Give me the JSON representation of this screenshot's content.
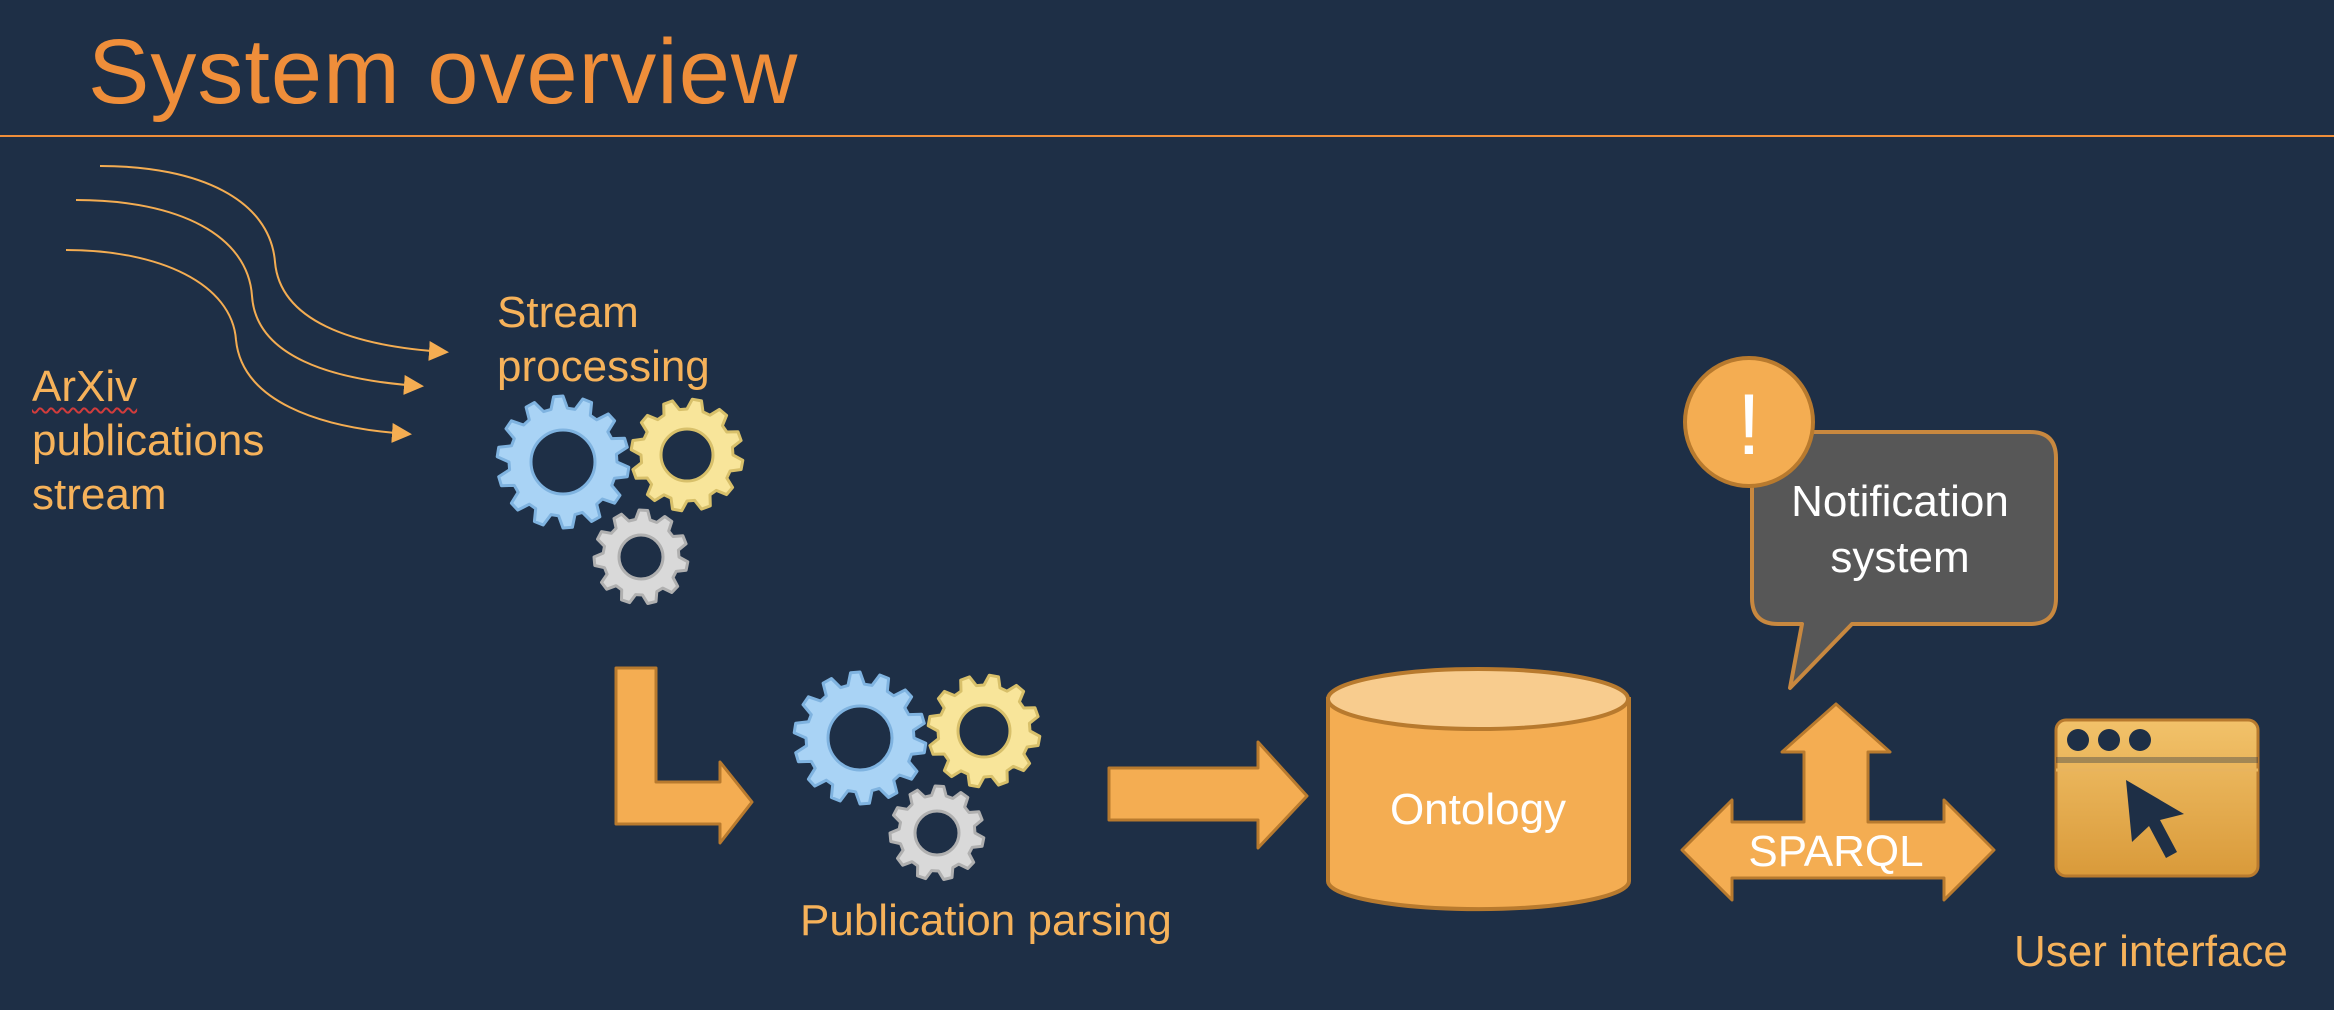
{
  "slide": {
    "title": "System overview"
  },
  "nodes": {
    "arxiv_stream": [
      "ArXiv",
      "publications",
      "stream"
    ],
    "stream_processing": [
      "Stream",
      "processing"
    ],
    "publication_parsing": "Publication parsing",
    "ontology": "Ontology",
    "sparql": "SPARQL",
    "notification_system": [
      "Notification",
      "system"
    ],
    "notification_mark": "!",
    "user_interface": "User interface"
  },
  "colors": {
    "background": "#1e2f46",
    "title": "#ef8e3a",
    "accent": "#f4ad52",
    "accent_stroke": "#b87a2e",
    "label": "#f6b25a",
    "gear_blue": "#a9d3f5",
    "gear_yellow": "#f8e59a",
    "gear_grey": "#d9d9d9",
    "bubble": "#575757"
  }
}
